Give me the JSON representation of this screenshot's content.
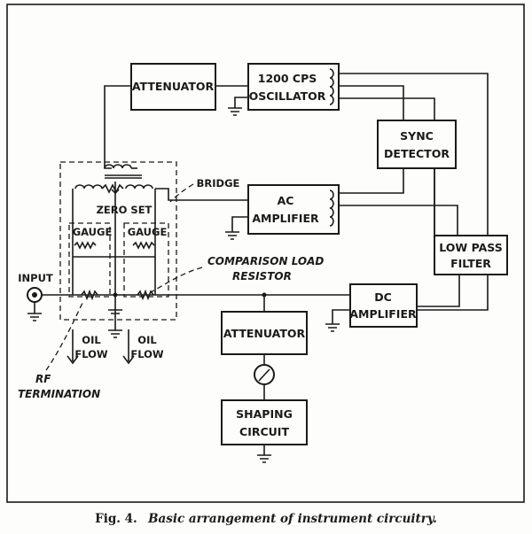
{
  "blocks": {
    "attenuator_top": "ATTENUATOR",
    "oscillator": [
      "1200 CPS",
      "OSCILLATOR"
    ],
    "sync_detector": [
      "SYNC",
      "DETECTOR"
    ],
    "ac_amplifier": [
      "AC",
      "AMPLIFIER"
    ],
    "low_pass_filter": [
      "LOW PASS",
      "FILTER"
    ],
    "dc_amplifier": [
      "DC",
      "AMPLIFIER"
    ],
    "attenuator_bottom": "ATTENUATOR",
    "shaping_circuit": [
      "SHAPING",
      "CIRCUIT"
    ]
  },
  "labels": {
    "bridge": "BRIDGE",
    "zero_set": "ZERO SET",
    "gauge_left": "GAUGE",
    "gauge_right": "GAUGE",
    "input": "INPUT",
    "comparison_load": [
      "COMPARISON LOAD",
      "RESISTOR"
    ],
    "oil_flow_left": [
      "OIL",
      "FLOW"
    ],
    "oil_flow_right": [
      "OIL",
      "FLOW"
    ],
    "rf_termination": [
      "RF",
      "TERMINATION"
    ]
  },
  "caption": {
    "fig": "Fig. 4.",
    "text": "Basic arrangement of instrument circuitry."
  }
}
